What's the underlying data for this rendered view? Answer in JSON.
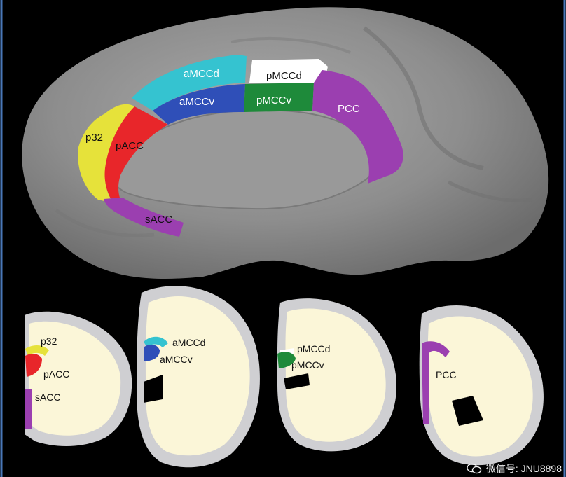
{
  "medial_view": {
    "regions": [
      {
        "key": "aMCCd",
        "label": "aMCCd",
        "color": "#35c3d0"
      },
      {
        "key": "pMCCd",
        "label": "pMCCd",
        "color": "#ffffff"
      },
      {
        "key": "aMCCv",
        "label": "aMCCv",
        "color": "#2f4fb8"
      },
      {
        "key": "pMCCv",
        "label": "pMCCv",
        "color": "#1e8a3a"
      },
      {
        "key": "PCC",
        "label": "PCC",
        "color": "#9b3fb0"
      },
      {
        "key": "p32",
        "label": "p32",
        "color": "#e6e23a"
      },
      {
        "key": "pACC",
        "label": "pACC",
        "color": "#e8262a"
      },
      {
        "key": "sACC",
        "label": "sACC",
        "color": "#9b3fb0"
      }
    ]
  },
  "coronal_slices": [
    {
      "labels": [
        "p32",
        "pACC",
        "sACC"
      ]
    },
    {
      "labels": [
        "aMCCd",
        "aMCCv"
      ]
    },
    {
      "labels": [
        "pMCCd",
        "pMCCv"
      ]
    },
    {
      "labels": [
        "PCC"
      ]
    }
  ],
  "watermark": {
    "text": "微信号: JNU8898"
  }
}
